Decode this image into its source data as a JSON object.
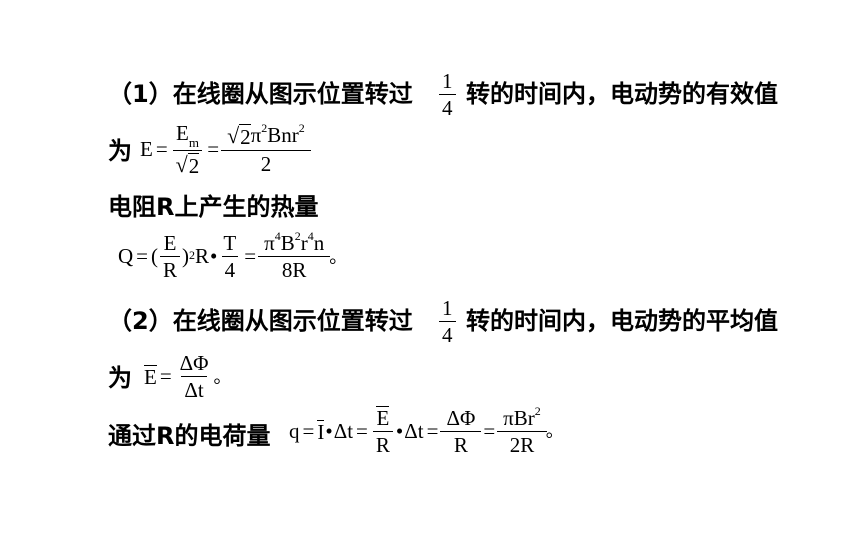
{
  "line1": {
    "prefix": "（1）在线圈从图示位置转过",
    "frac_num": "1",
    "frac_den": "4",
    "suffix": "转的时间内，电动势的有效值"
  },
  "line2": {
    "prefix": "为",
    "lhs": "E",
    "eq1": "=",
    "frac1_num_base": "E",
    "frac1_num_sub": "m",
    "frac1_den_rad": "2",
    "eq2": "=",
    "frac2_num_rad": "2",
    "frac2_num_pi": "π",
    "frac2_num_pi_exp": "2",
    "frac2_num_rest": "Bnr",
    "frac2_num_r_exp": "2",
    "frac2_den": "2"
  },
  "line3": {
    "text": "电阻R上产生的热量"
  },
  "line4": {
    "lhs": "Q",
    "eq1": "=",
    "lparen": "(",
    "frac1_num": "E",
    "frac1_den": "R",
    "rparen": ")",
    "exp": "2",
    "mid": "R",
    "dot": "•",
    "frac2_num": "T",
    "frac2_den": "4",
    "eq2": "=",
    "frac3_num_pi": "π",
    "frac3_num_pi_exp": "4",
    "frac3_num_b": "B",
    "frac3_num_b_exp": "2",
    "frac3_num_r": "r",
    "frac3_num_r_exp": "4",
    "frac3_num_n": "n",
    "frac3_den": "8R",
    "end": "。"
  },
  "line5": {
    "prefix": "（2）在线圈从图示位置转过",
    "frac_num": "1",
    "frac_den": "4",
    "suffix": "转的时间内，电动势的平均值"
  },
  "line6": {
    "prefix": "为",
    "lhs": "E",
    "eq": "=",
    "frac_num": "ΔΦ",
    "frac_den": "Δt",
    "end": "。"
  },
  "line7": {
    "prefix": "通过R的电荷量",
    "lhs": "q",
    "eq1": "=",
    "ibar": "I",
    "dot1": "•",
    "dt1": "Δt",
    "eq2": "=",
    "frac1_num": "E",
    "frac1_den": "R",
    "dot2": "•",
    "dt2": "Δt",
    "eq3": "=",
    "frac2_num": "ΔΦ",
    "frac2_den": "R",
    "eq4": "=",
    "frac3_num": "πBr",
    "frac3_num_exp": "2",
    "frac3_den": "2R",
    "end": "。"
  }
}
